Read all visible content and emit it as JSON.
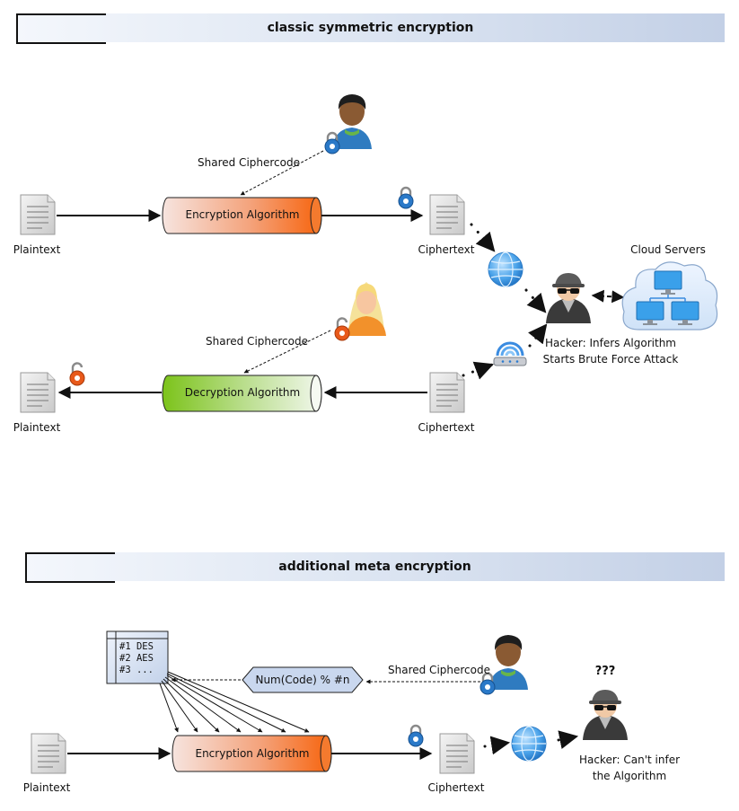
{
  "section1": {
    "title": "classic symmetric encryption",
    "plaintext_top": "Plaintext",
    "plaintext_bottom": "Plaintext",
    "ciphertext_top": "Ciphertext",
    "ciphertext_bottom": "Ciphertext",
    "encryption_algorithm": "Encryption Algorithm",
    "decryption_algorithm": "Decryption Algorithm",
    "shared_ciphercode_top": "Shared Ciphercode",
    "shared_ciphercode_bottom": "Shared Ciphercode",
    "cloud_servers": "Cloud Servers",
    "hacker_line1": "Hacker: Infers Algorithm",
    "hacker_line2": "Starts Brute Force Attack"
  },
  "section2": {
    "title": "additional meta encryption",
    "table_rows": [
      "#1 DES",
      "#2 AES",
      "#3 ..."
    ],
    "selector": "Num(Code) % #n",
    "shared_ciphercode": "Shared Ciphercode",
    "plaintext": "Plaintext",
    "ciphertext": "Ciphertext",
    "encryption_algorithm": "Encryption Algorithm",
    "question": "???",
    "hacker_line1": "Hacker: Can't infer",
    "hacker_line2": "the Algorithm"
  },
  "icons": {
    "document": "document-icon",
    "lock": "lock-icon",
    "unlock": "unlock-icon",
    "globe": "globe-icon",
    "router": "wifi-router-icon",
    "hacker": "hacker-icon",
    "user_male": "male-user-icon",
    "user_female": "female-user-icon",
    "cloud": "cloud-network-icon"
  },
  "colors": {
    "encrypt_start": "#f6e4df",
    "encrypt_end": "#f7630c",
    "decrypt_start": "#7cc31a",
    "decrypt_end": "#f1f7ec",
    "header_end": "#c3d0e6",
    "lock_blue": "#2a79c8",
    "unlock_orange": "#e8591a"
  }
}
